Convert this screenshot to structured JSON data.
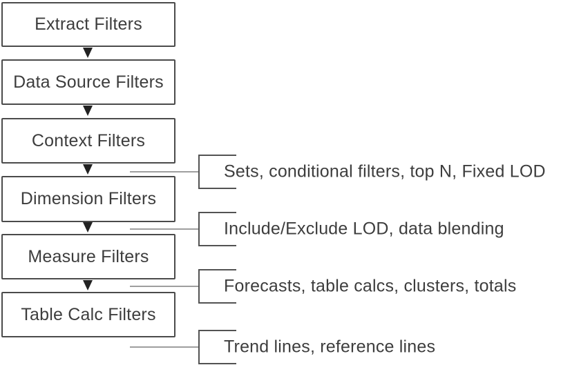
{
  "flow_boxes": [
    {
      "label": "Extract Filters"
    },
    {
      "label": "Data Source Filters"
    },
    {
      "label": "Context Filters"
    },
    {
      "label": "Dimension Filters"
    },
    {
      "label": "Measure Filters"
    },
    {
      "label": "Table Calc Filters"
    }
  ],
  "annotations": [
    {
      "label": "Sets, conditional filters, top N, Fixed LOD"
    },
    {
      "label": "Include/Exclude LOD, data blending"
    },
    {
      "label": "Forecasts, table calcs, clusters, totals"
    },
    {
      "label": "Trend lines, reference lines"
    }
  ],
  "colors": {
    "bg": "#ffffff",
    "box-border": "#4a4a4a",
    "text": "#3d3d3d",
    "arrow": "#222222",
    "bracket": "#525252",
    "conn": "#9e9e9e"
  }
}
